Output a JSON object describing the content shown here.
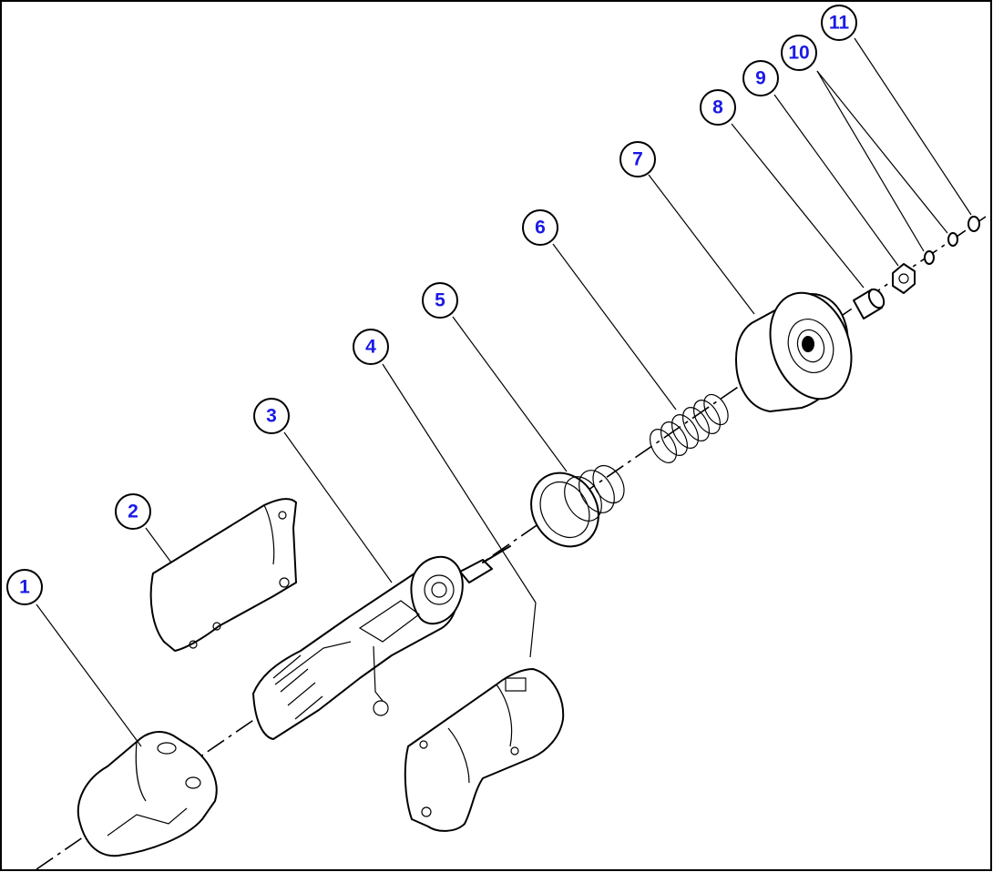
{
  "diagram": {
    "type": "exploded-assembly",
    "callouts": [
      {
        "id": "1",
        "label": "1"
      },
      {
        "id": "2",
        "label": "2"
      },
      {
        "id": "3",
        "label": "3"
      },
      {
        "id": "4",
        "label": "4"
      },
      {
        "id": "5",
        "label": "5"
      },
      {
        "id": "6",
        "label": "6"
      },
      {
        "id": "7",
        "label": "7"
      },
      {
        "id": "8",
        "label": "8"
      },
      {
        "id": "9",
        "label": "9"
      },
      {
        "id": "10",
        "label": "10"
      },
      {
        "id": "11",
        "label": "11"
      }
    ],
    "colors": {
      "callout_text": "#1a1ae6",
      "line": "#000000",
      "background": "#ffffff"
    }
  }
}
